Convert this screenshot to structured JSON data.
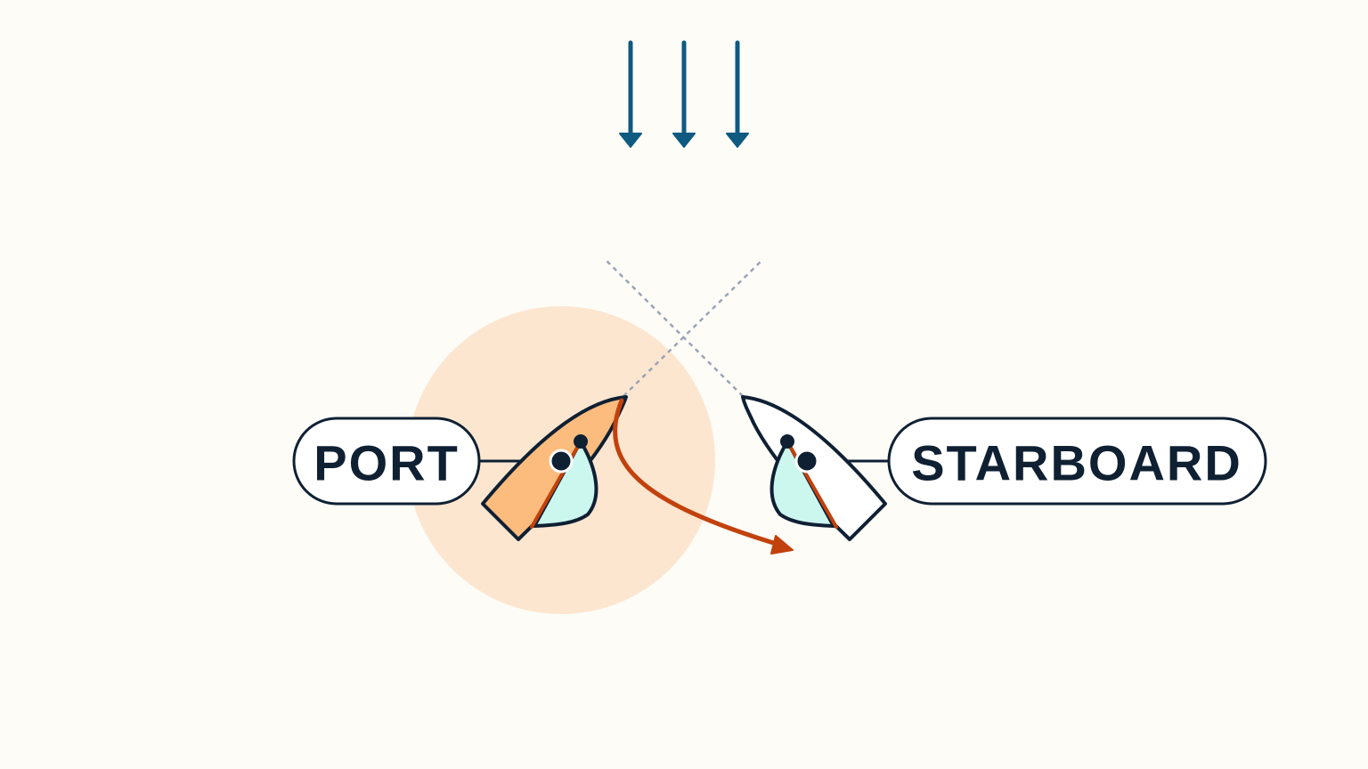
{
  "labels": {
    "port": "PORT",
    "starboard": "STARBOARD"
  },
  "wind": {
    "arrow_count": 3,
    "direction": "down"
  },
  "colors": {
    "background": "#fdfcf7",
    "wind_arrow": "#0f5a80",
    "outline": "#0f2033",
    "port_hull_fill": "#fbbc7e",
    "give_way_zone": "#fde6d0",
    "sail_fill": "#ccf7ef",
    "path_and_boom": "#c2410c",
    "course_lines": "#9aa3b8",
    "starboard_hull_fill": "#ffffff"
  }
}
